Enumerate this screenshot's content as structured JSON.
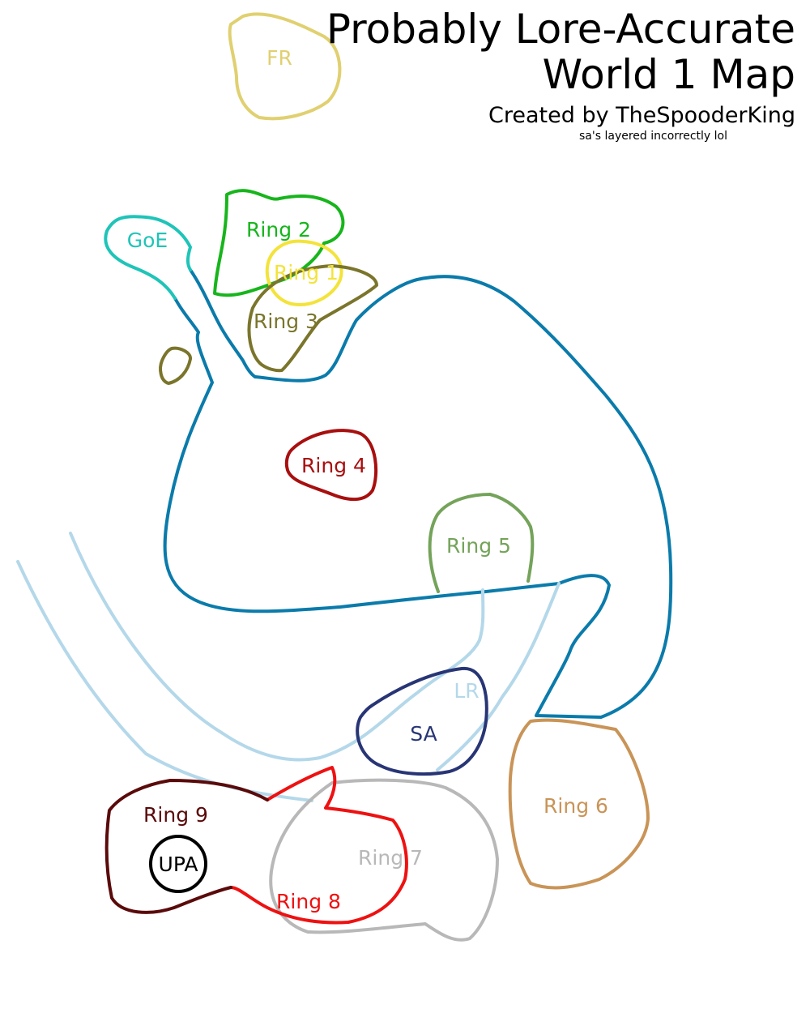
{
  "header": {
    "title_line1": "Probably Lore-Accurate",
    "title_line2": "World 1 Map",
    "credit": "Created by TheSpooderKing",
    "note": "sa's layered incorrectly lol"
  },
  "map": {
    "regions": {
      "fr": {
        "label": "FR",
        "color": "#e0d070"
      },
      "goe": {
        "label": "GoE",
        "color": "#1fc4b8"
      },
      "ring1": {
        "label": "Ring 1",
        "color": "#f3e33a"
      },
      "ring2": {
        "label": "Ring 2",
        "color": "#17b51c"
      },
      "ring3": {
        "label": "Ring 3",
        "color": "#7a752b"
      },
      "ring4": {
        "label": "Ring 4",
        "color": "#a80f0f"
      },
      "ring5": {
        "label": "Ring 5",
        "color": "#74a35a"
      },
      "ring6": {
        "label": "Ring 6",
        "color": "#c99457"
      },
      "ring7": {
        "label": "Ring 7",
        "color": "#b8b8b8"
      },
      "ring8": {
        "label": "Ring 8",
        "color": "#ee1111"
      },
      "ring9": {
        "label": "Ring 9",
        "color": "#5a0a0a"
      },
      "lr": {
        "label": "LR",
        "color": "#b4d8ea"
      },
      "sa": {
        "label": "SA",
        "color": "#283575"
      },
      "upa": {
        "label": "UPA",
        "color": "#000000"
      },
      "main": {
        "color": "#0a7bab"
      }
    }
  }
}
